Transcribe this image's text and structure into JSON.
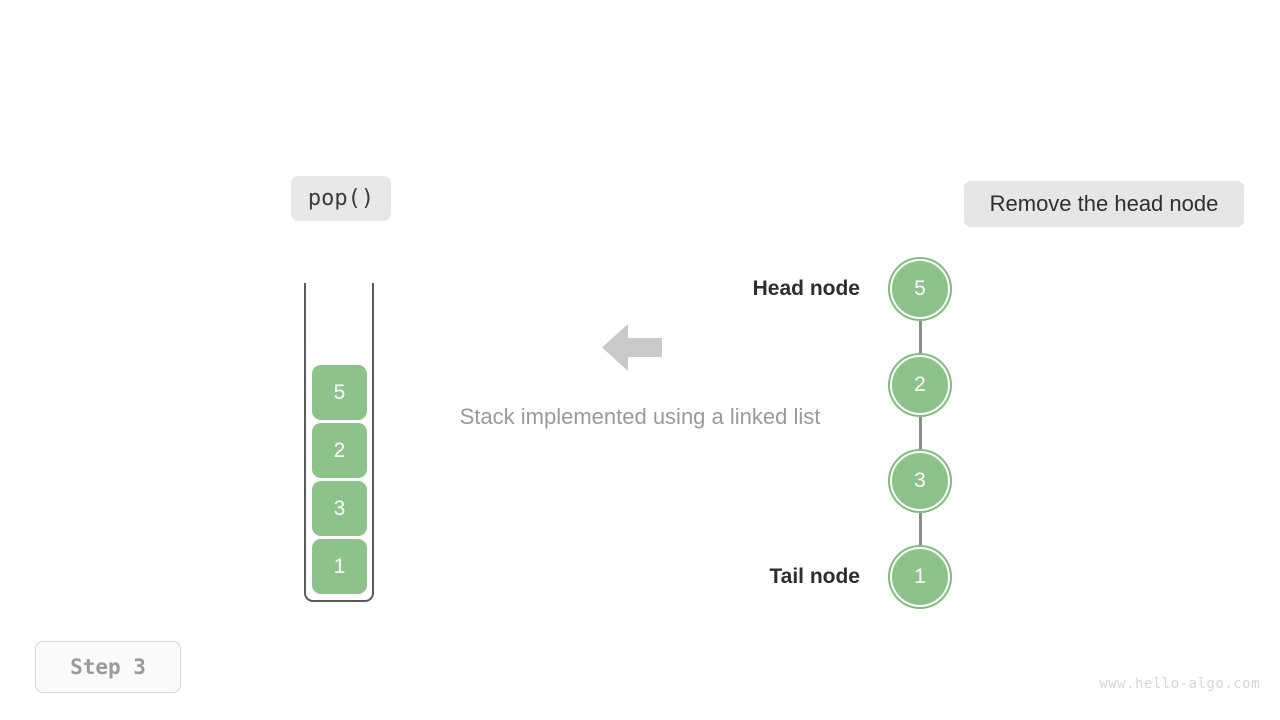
{
  "operation": {
    "label": "pop()"
  },
  "description": {
    "label": "Remove the head node"
  },
  "caption": {
    "text": "Stack implemented using a linked list"
  },
  "arrow": {
    "icon": "arrow-left-icon",
    "color": "#c9c9c9",
    "direction": "left"
  },
  "stack": {
    "title": "stack-container",
    "cells": [
      {
        "value": "5"
      },
      {
        "value": "2"
      },
      {
        "value": "3"
      },
      {
        "value": "1"
      }
    ],
    "fill_color": "#8dc28a",
    "text_color": "#ffffff",
    "wall_color": "#5a5a5a"
  },
  "linked_list": {
    "nodes": [
      {
        "value": "5",
        "role": "head"
      },
      {
        "value": "2",
        "role": "middle"
      },
      {
        "value": "3",
        "role": "middle"
      },
      {
        "value": "1",
        "role": "tail"
      }
    ],
    "labels": {
      "head": "Head node",
      "tail": "Tail node"
    },
    "node_color": "#8dc28a",
    "ring_color": "#7fbd7c",
    "link_color": "#8c8c8c"
  },
  "step": {
    "label": "Step 3"
  },
  "watermark": {
    "text": "www.hello-algo.com"
  }
}
